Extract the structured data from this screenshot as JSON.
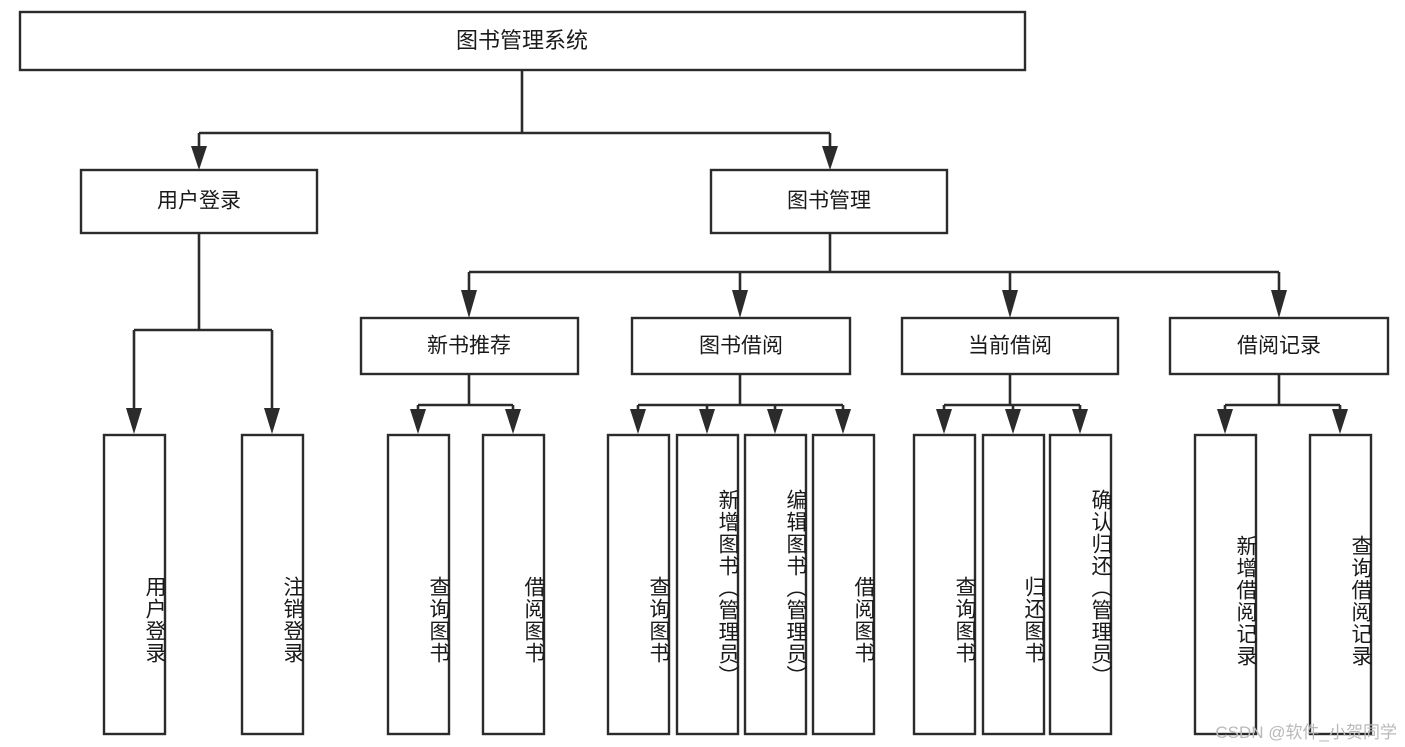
{
  "diagram": {
    "title": "图书管理系统",
    "type": "tree",
    "root": {
      "id": "root",
      "label": "图书管理系统",
      "orientation": "horizontal"
    },
    "level2": [
      {
        "id": "user-login",
        "label": "用户登录",
        "orientation": "horizontal"
      },
      {
        "id": "book-manage",
        "label": "图书管理",
        "orientation": "horizontal"
      }
    ],
    "level3": [
      {
        "id": "new-book-rec",
        "label": "新书推荐",
        "orientation": "horizontal",
        "parent": "book-manage"
      },
      {
        "id": "book-borrow",
        "label": "图书借阅",
        "orientation": "horizontal",
        "parent": "book-manage"
      },
      {
        "id": "current-borrow",
        "label": "当前借阅",
        "orientation": "horizontal",
        "parent": "book-manage"
      },
      {
        "id": "borrow-record",
        "label": "借阅记录",
        "orientation": "horizontal",
        "parent": "book-manage"
      }
    ],
    "leaves": [
      {
        "id": "leaf-user-login",
        "label": "用户登录",
        "parent": "user-login"
      },
      {
        "id": "leaf-logout",
        "label": "注销登录",
        "parent": "user-login"
      },
      {
        "id": "leaf-query-book-1",
        "label": "查询图书",
        "parent": "new-book-rec"
      },
      {
        "id": "leaf-borrow-book-1",
        "label": "借阅图书",
        "parent": "new-book-rec"
      },
      {
        "id": "leaf-query-book-2",
        "label": "查询图书",
        "parent": "book-borrow"
      },
      {
        "id": "leaf-add-book",
        "label": "新增图书（管理员）",
        "parent": "book-borrow"
      },
      {
        "id": "leaf-edit-book",
        "label": "编辑图书（管理员）",
        "parent": "book-borrow"
      },
      {
        "id": "leaf-borrow-book-2",
        "label": "借阅图书",
        "parent": "book-borrow"
      },
      {
        "id": "leaf-query-book-3",
        "label": "查询图书",
        "parent": "current-borrow"
      },
      {
        "id": "leaf-return-book",
        "label": "归还图书",
        "parent": "current-borrow"
      },
      {
        "id": "leaf-confirm-return",
        "label": "确认归还（管理员）",
        "parent": "current-borrow"
      },
      {
        "id": "leaf-add-record",
        "label": "新增借阅记录",
        "parent": "borrow-record"
      },
      {
        "id": "leaf-query-record",
        "label": "查询借阅记录",
        "parent": "borrow-record"
      }
    ],
    "colors": {
      "stroke": "#2b2b2b",
      "fill": "#ffffff",
      "text": "#1a1a1a",
      "watermark": "#b9b9b9"
    }
  },
  "watermark": {
    "text": "CSDN @软件_小贺同学"
  }
}
